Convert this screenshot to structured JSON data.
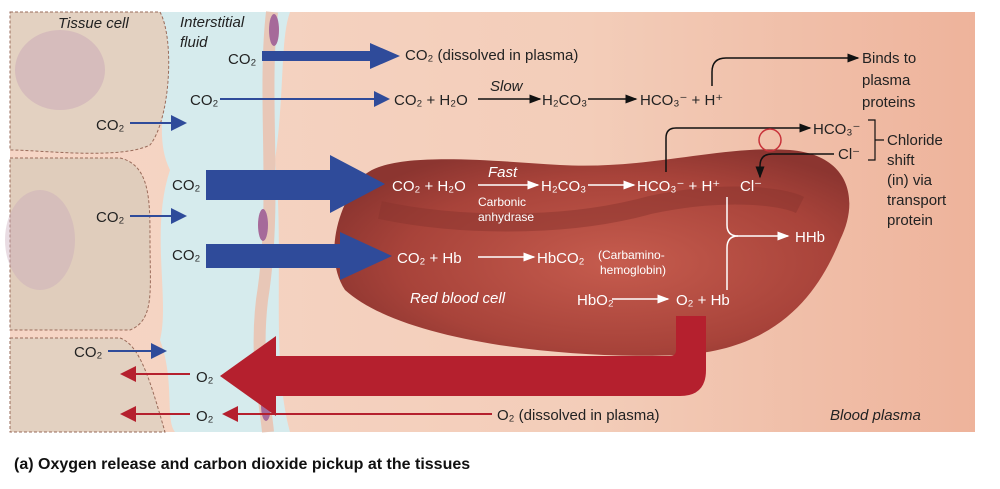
{
  "labels": {
    "tissue_cell": "Tissue cell",
    "interstitial_1": "Interstitial",
    "interstitial_2": "fluid",
    "red_blood_cell": "Red blood cell",
    "blood_plasma": "Blood plasma"
  },
  "plasma": {
    "co2_in_1": "CO₂",
    "dissolved_co2": "CO₂ (dissolved in plasma)",
    "co2_in_2": "CO₂",
    "reactant": "CO₂ + H₂O",
    "slow": "Slow",
    "carbonic_acid": "H₂CO₃",
    "products": "HCO₃⁻ + H⁺",
    "binds_1": "Binds to",
    "binds_2": "plasma",
    "binds_3": "proteins"
  },
  "tissue": {
    "co2_1": "CO₂",
    "co2_2": "CO₂",
    "co2_3": "CO₂",
    "o2_1": "O₂",
    "o2_2": "O₂"
  },
  "rbc": {
    "co2_in_1": "CO₂",
    "reactant": "CO₂ + H₂O",
    "fast": "Fast",
    "carbonic_acid": "H₂CO₃",
    "products": "HCO₃⁻ + H⁺",
    "chloride_in": "Cl⁻",
    "enzyme_1": "Carbonic",
    "enzyme_2": "anhydrase",
    "hhb": "HHb",
    "co2_in_2": "CO₂",
    "co2_hb": "CO₂ + Hb",
    "hbco2": "HbCO₂",
    "carbamino_1": "(Carbamino-",
    "carbamino_2": "hemoglobin)",
    "hbo2": "HbO₂",
    "o2_hb": "O₂ + Hb"
  },
  "chloride_shift": {
    "bicarbonate_out": "HCO₃⁻",
    "chloride": "Cl⁻",
    "line1": "Chloride",
    "line2": "shift",
    "line3": "(in) via",
    "line4": "transport",
    "line5": "protein"
  },
  "o2_release": {
    "dissolved_o2": "O₂ (dissolved in plasma)"
  },
  "caption": "(a) Oxygen release and carbon dioxide pickup at the tissues",
  "colors": {
    "co2_arrow": "#2f4b9a",
    "o2_arrow": "#b5202e",
    "rbc": "#a8433a",
    "plasma": "#f3cbb8",
    "interstitial": "#d7ecee",
    "tissue": "#e3d1c1"
  }
}
